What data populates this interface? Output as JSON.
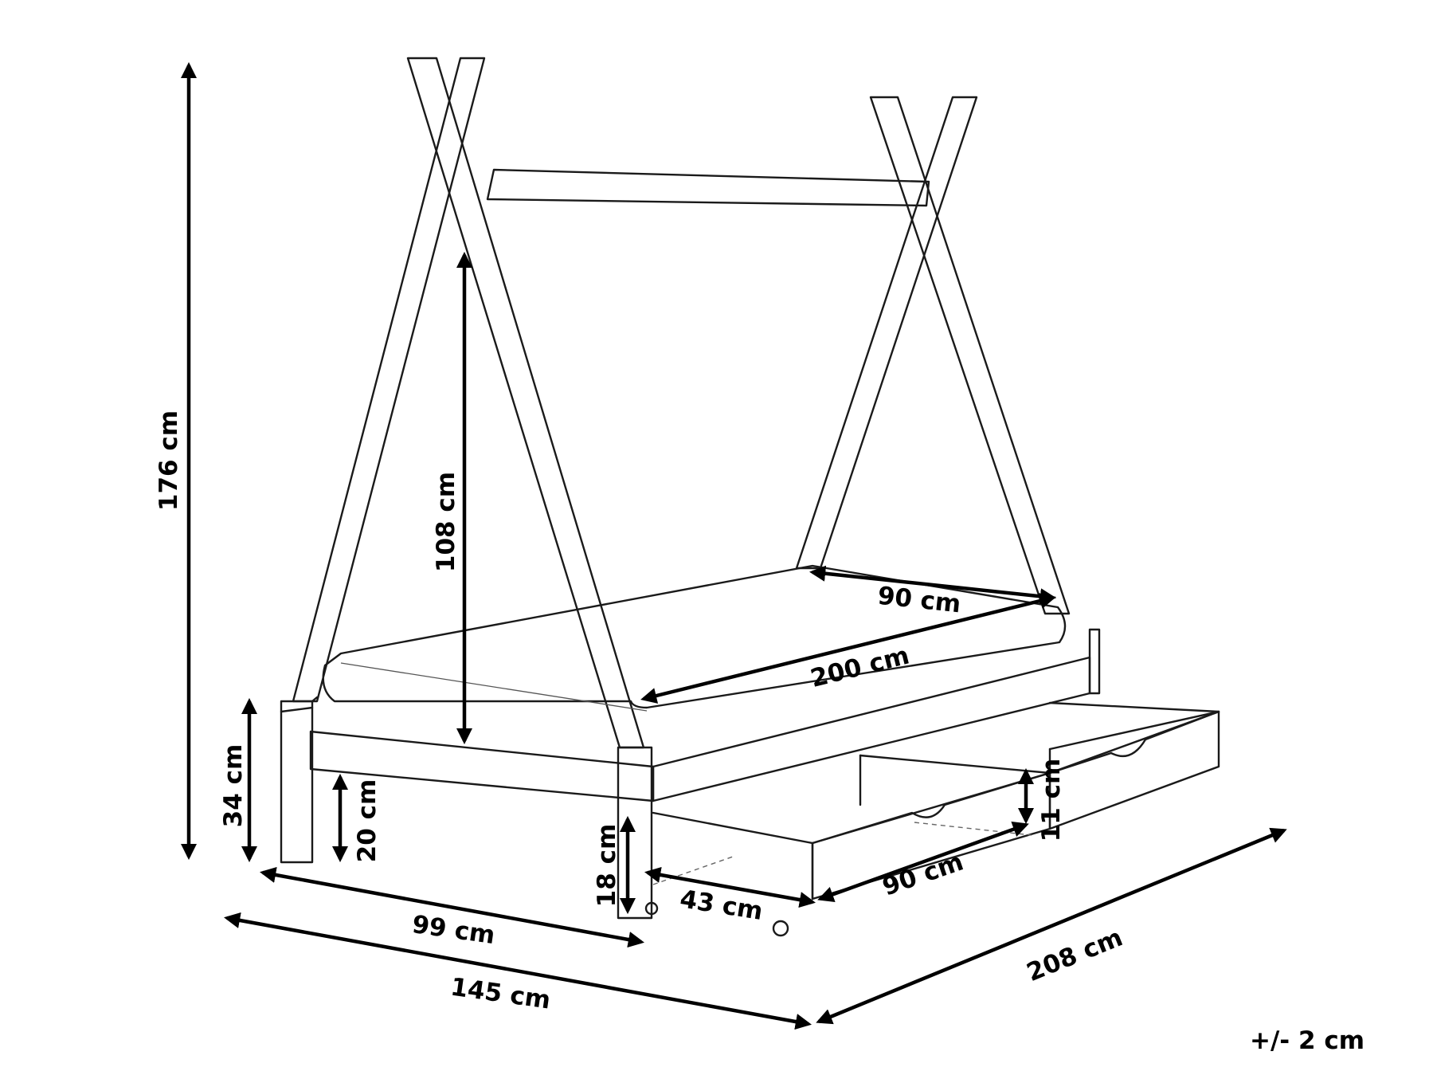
{
  "diagram": {
    "labels": {
      "height_total": "176 cm",
      "inner_height": "108 cm",
      "mattress_width": "90 cm",
      "mattress_length": "200 cm",
      "frame_height": "34 cm",
      "leg_height": "20 cm",
      "width_99": "99 cm",
      "width_145": "145 cm",
      "length_208": "208 cm",
      "drawer_height": "18 cm",
      "drawer_inner_height": "11 cm",
      "drawer_width": "90 cm",
      "drawer_depth": "43 cm",
      "tolerance": "+/- 2 cm"
    }
  }
}
